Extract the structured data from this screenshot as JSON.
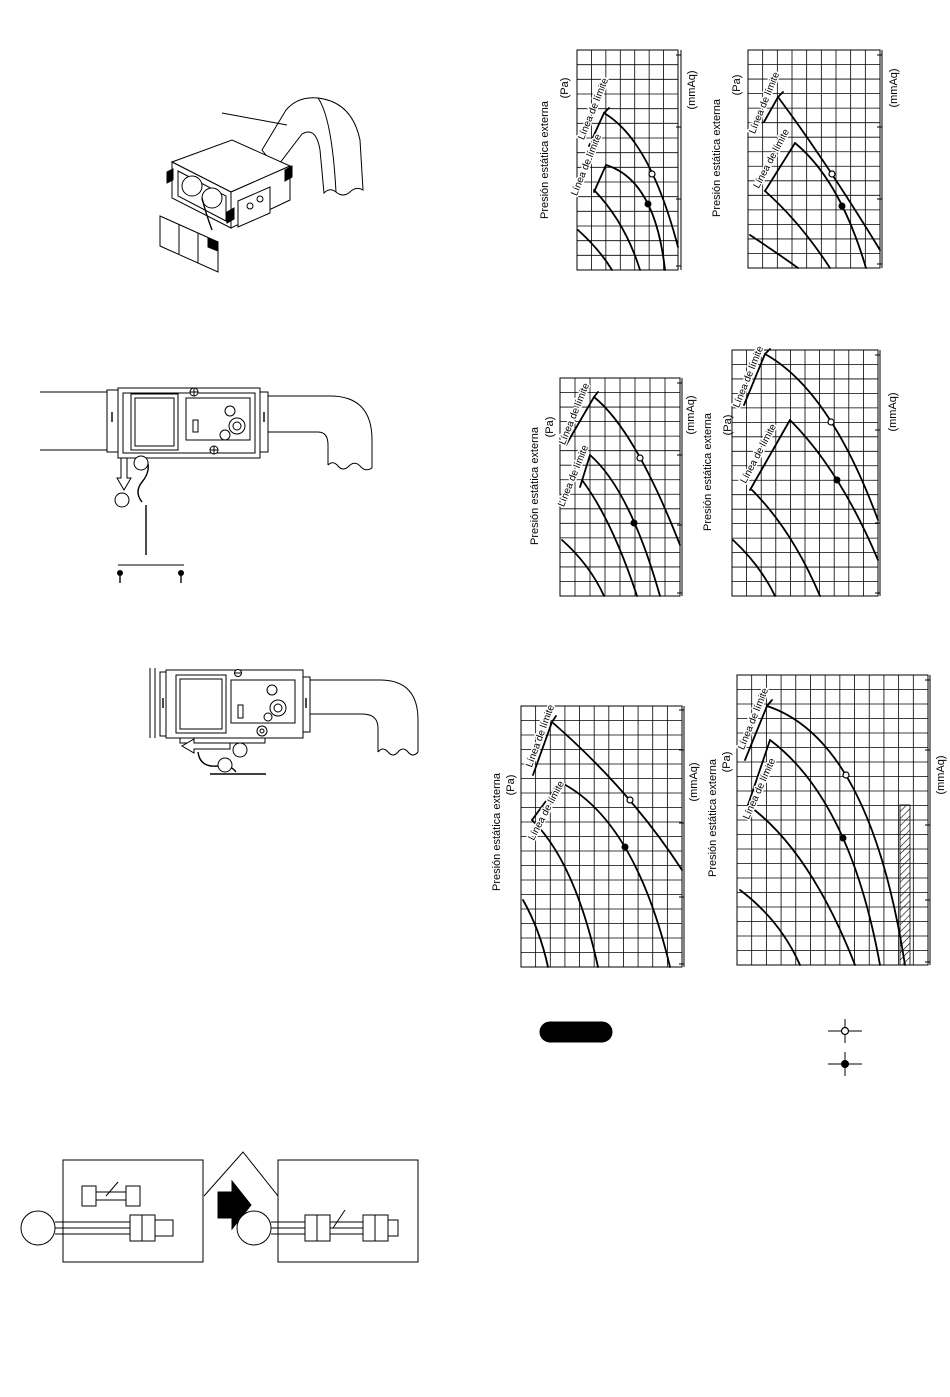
{
  "colors": {
    "ink": "#000000",
    "paper": "#ffffff"
  },
  "charts": [
    {
      "y_axis_label": "Presión estática externa",
      "left_unit": "(Pa)",
      "right_unit": "(mmAq)",
      "limit_labels": [
        "Línea de límite",
        "Línea de límite"
      ]
    },
    {
      "y_axis_label": "Presión estática externa",
      "left_unit": "(Pa)",
      "right_unit": "(mmAq)",
      "limit_labels": [
        "Línea de límite",
        "Línea de límite"
      ]
    },
    {
      "y_axis_label": "Presión estática externa",
      "left_unit": "(Pa)",
      "right_unit": "(mmAq)",
      "limit_labels": [
        "Línea de límite",
        "Línea de límite"
      ]
    },
    {
      "y_axis_label": "Presión estática externa",
      "left_unit": "(Pa)",
      "right_unit": "(mmAq)",
      "limit_labels": [
        "Línea de límite",
        "Línea de límite"
      ]
    },
    {
      "y_axis_label": "Presión estática externa",
      "left_unit": "(Pa)",
      "right_unit": "(mmAq)",
      "limit_labels": [
        "Línea de límite",
        "Línea de límite"
      ]
    },
    {
      "y_axis_label": "Presión estática externa",
      "left_unit": "(Pa)",
      "right_unit": "(mmAq)",
      "limit_labels": [
        "Línea de límite",
        "Línea de límite"
      ]
    }
  ]
}
